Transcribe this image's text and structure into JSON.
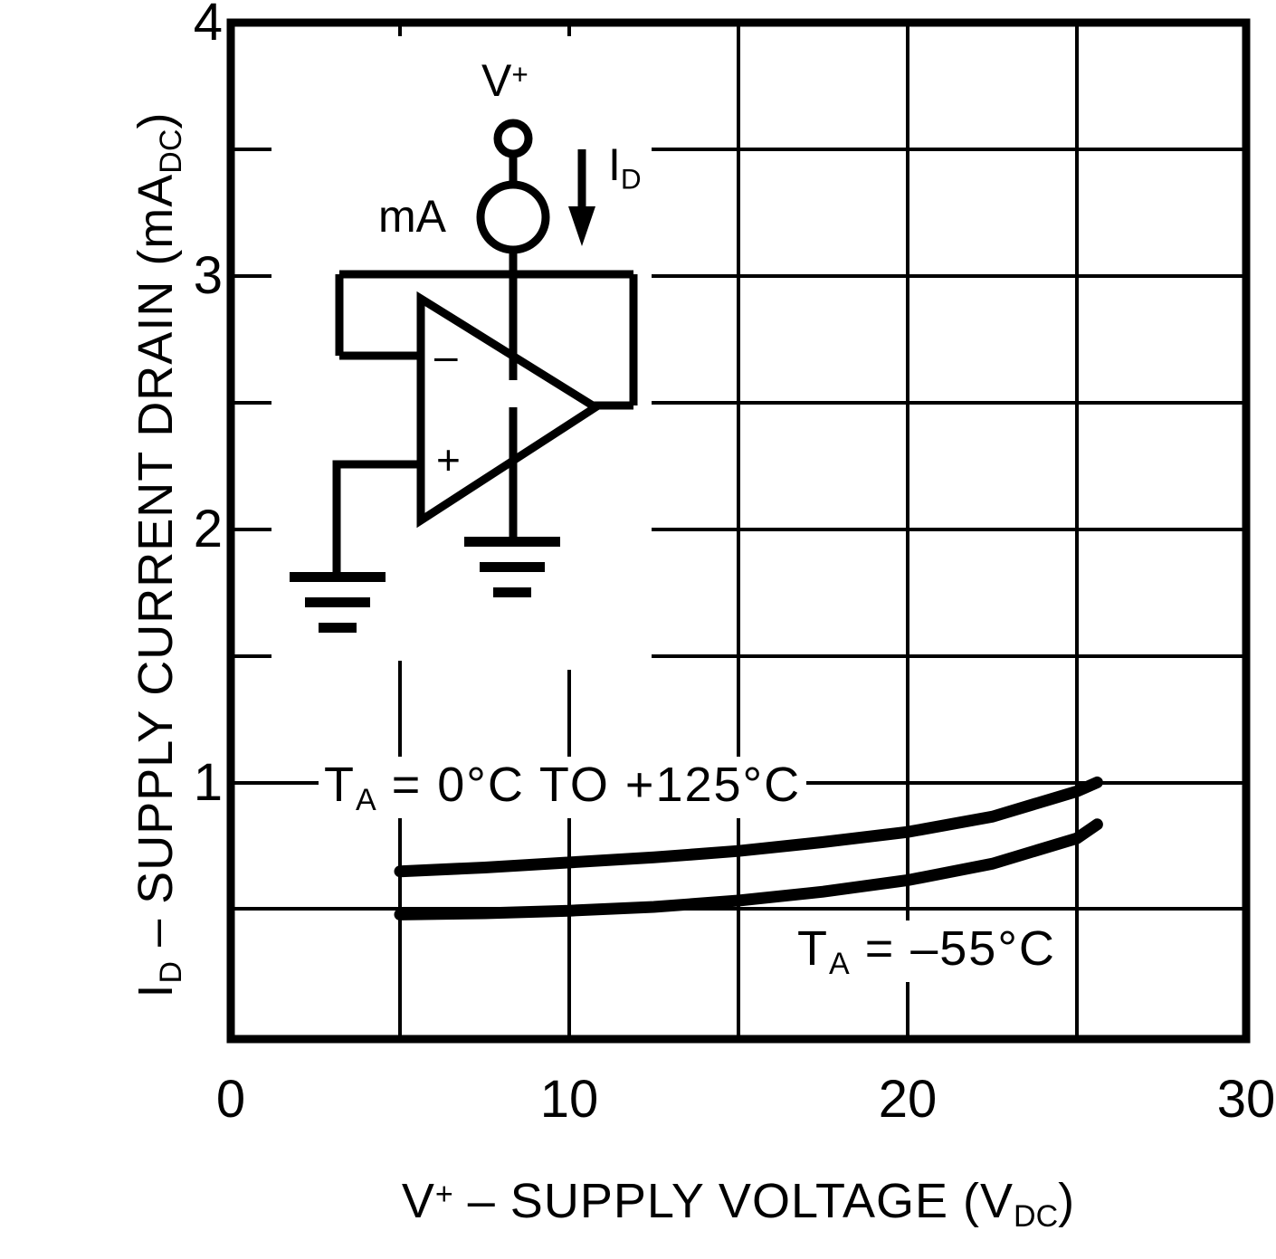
{
  "chart_data": {
    "type": "line",
    "title": "",
    "xlabel": "V+ - SUPPLY VOLTAGE (VDC)",
    "ylabel": "ID - SUPPLY CURRENT DRAIN (mADC)",
    "xlim": [
      0,
      30
    ],
    "ylim": [
      0,
      4
    ],
    "grid": true,
    "x_major_ticks": [
      0,
      10,
      20,
      30
    ],
    "x_minor_gridlines": [
      5,
      10,
      15,
      20,
      25
    ],
    "y_major_ticks": [
      1,
      2,
      3,
      4
    ],
    "y_gridlines": [
      0.5,
      1.0,
      1.5,
      2.0,
      2.5,
      3.0,
      3.5,
      4.0
    ],
    "x_tick_labels": [
      "0",
      "10",
      "20",
      "30"
    ],
    "y_tick_labels": [
      "1",
      "2",
      "3",
      "4"
    ],
    "legend_position": "inline-annotations",
    "series": [
      {
        "name": "TA = 0°C TO +125°C",
        "x": [
          5,
          7.5,
          10,
          12.5,
          15,
          17.5,
          20,
          22.5,
          25,
          25.6
        ],
        "values": [
          0.66,
          0.675,
          0.695,
          0.715,
          0.74,
          0.775,
          0.815,
          0.875,
          0.975,
          1.01
        ]
      },
      {
        "name": "TA = -55°C",
        "x": [
          5,
          7.5,
          10,
          12.5,
          15,
          17.5,
          20,
          22.5,
          25,
          25.6
        ],
        "values": [
          0.49,
          0.495,
          0.505,
          0.52,
          0.545,
          0.58,
          0.625,
          0.69,
          0.79,
          0.845
        ]
      }
    ],
    "annotations": [
      {
        "text": "TA = 0°C TO +125°C",
        "x": 10.4,
        "y": 1.0
      },
      {
        "text": "TA = -55°C",
        "x": 21.2,
        "y": 0.45
      }
    ]
  },
  "axes": {
    "y_title": {
      "prefix": "I",
      "prefix_sub": "D",
      "middle": " – SUPPLY CURRENT DRAIN (mA",
      "sub": "DC",
      "suffix": ")"
    },
    "x_title": {
      "prefix": "V",
      "sup": "+",
      "middle": " – SUPPLY VOLTAGE (V",
      "sub": "DC",
      "suffix": ")"
    },
    "y_ticks": [
      {
        "label": "4",
        "value": 4
      },
      {
        "label": "3",
        "value": 3
      },
      {
        "label": "2",
        "value": 2
      },
      {
        "label": "1",
        "value": 1
      }
    ],
    "x_ticks": [
      {
        "label": "0",
        "value": 0
      },
      {
        "label": "10",
        "value": 10
      },
      {
        "label": "20",
        "value": 20
      },
      {
        "label": "30",
        "value": 30
      }
    ]
  },
  "annotations": {
    "hot": {
      "t": "T",
      "sub": "A",
      "rest": " =  0°C  TO  +125°C"
    },
    "cold": {
      "t": "T",
      "sub": "A",
      "rest": " =  –55°C"
    }
  },
  "circuit": {
    "supply_label": "V",
    "supply_sup": "+",
    "meter_label": "mA",
    "current_label": "I",
    "current_sub": "D",
    "opamp_inverting": "–",
    "opamp_noninverting": "+"
  },
  "colors": {
    "ink": "#000000",
    "background": "#ffffff"
  }
}
